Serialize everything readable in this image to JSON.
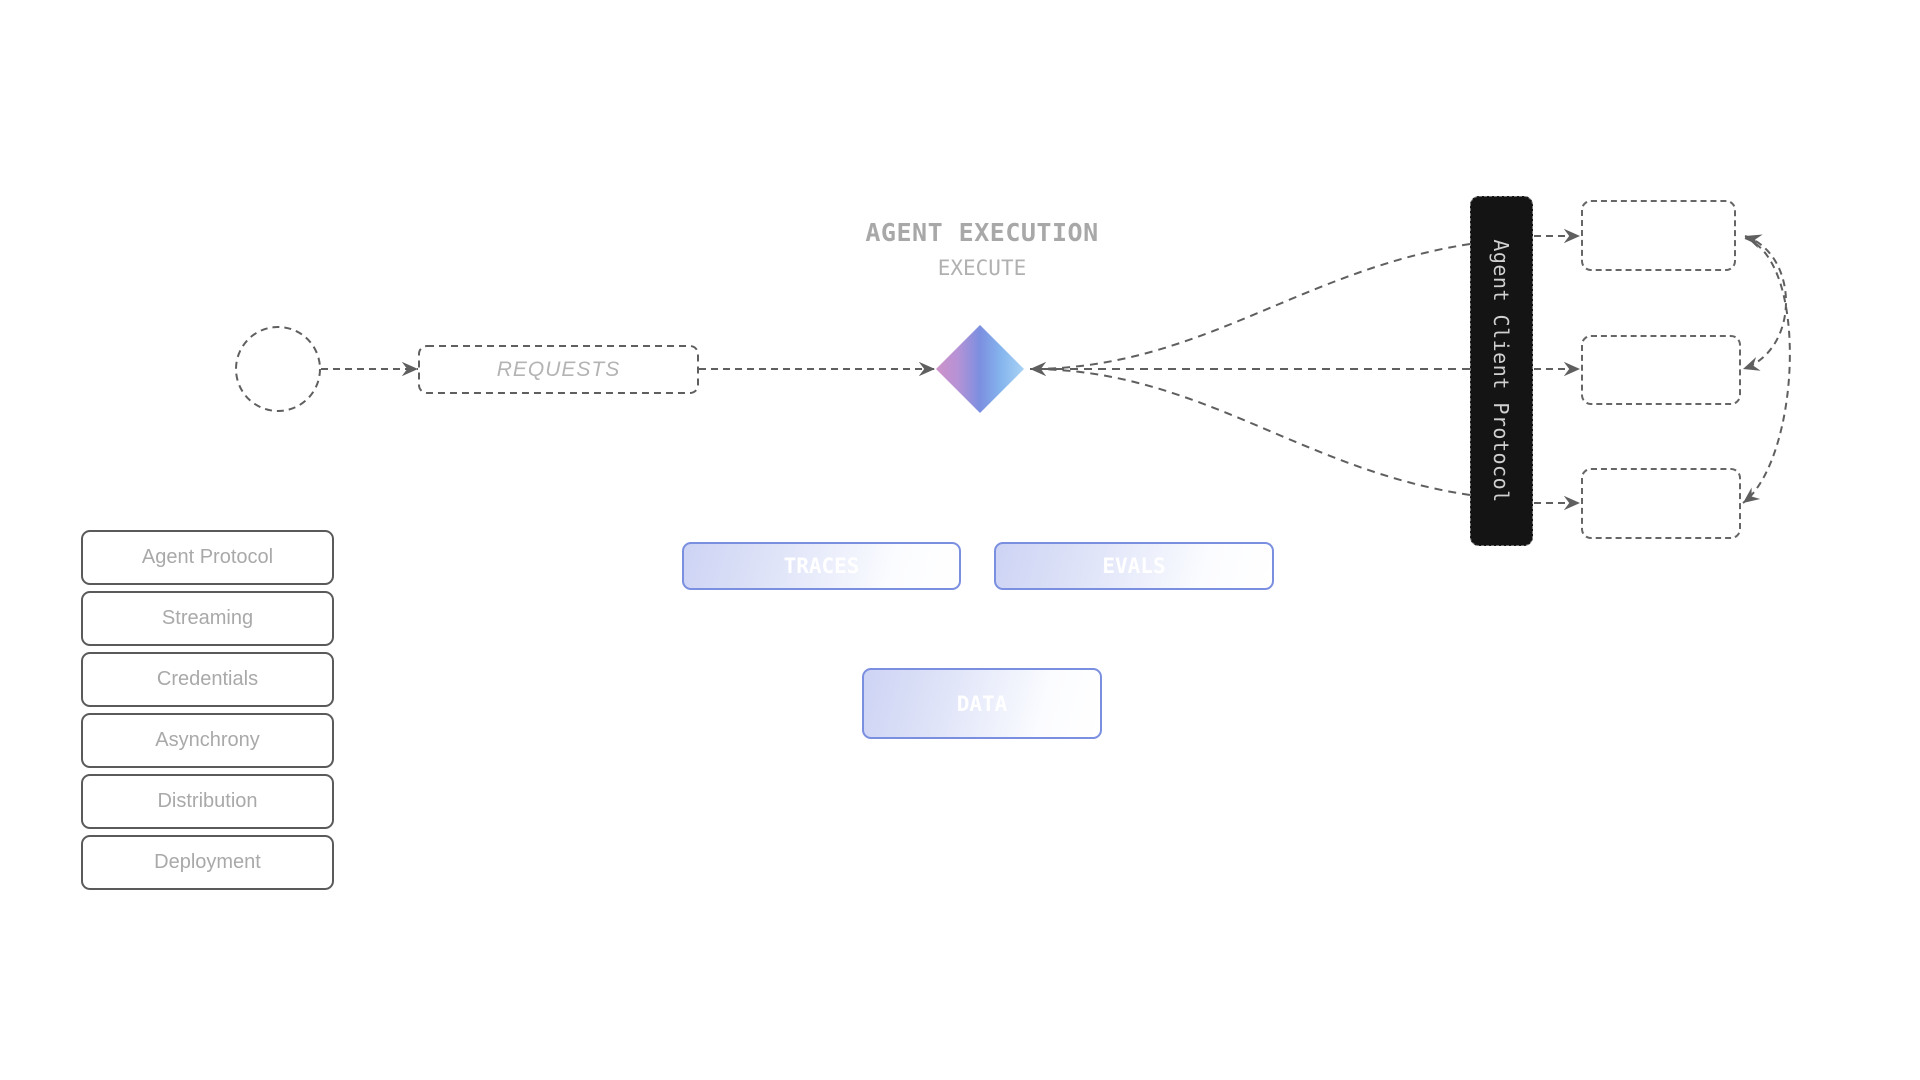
{
  "header": {
    "title": "AGENT EXECUTION",
    "subtitle": "EXECUTE"
  },
  "flow": {
    "source_node": {
      "shape": "circle",
      "label": ""
    },
    "requests_label": "REQUESTS",
    "executor_node": {
      "shape": "diamond",
      "gradient": [
        "#c98fcb",
        "#7b8fe0",
        "#8fc0f0"
      ]
    },
    "protocol_label": "Agent Client Protocol",
    "client_boxes": [
      {
        "label": ""
      },
      {
        "label": ""
      },
      {
        "label": ""
      }
    ]
  },
  "outputs": {
    "traces_label": "TRACES",
    "evals_label": "EVALS",
    "data_label": "DATA",
    "accent_color": "#7b8fe0"
  },
  "features": [
    {
      "label": "Agent Protocol"
    },
    {
      "label": "Streaming"
    },
    {
      "label": "Credentials"
    },
    {
      "label": "Asynchrony"
    },
    {
      "label": "Distribution"
    },
    {
      "label": "Deployment"
    }
  ],
  "colors": {
    "line": "#5f5f5f",
    "protocol_bar": "#141414",
    "muted_text": "#a9a9a9"
  }
}
